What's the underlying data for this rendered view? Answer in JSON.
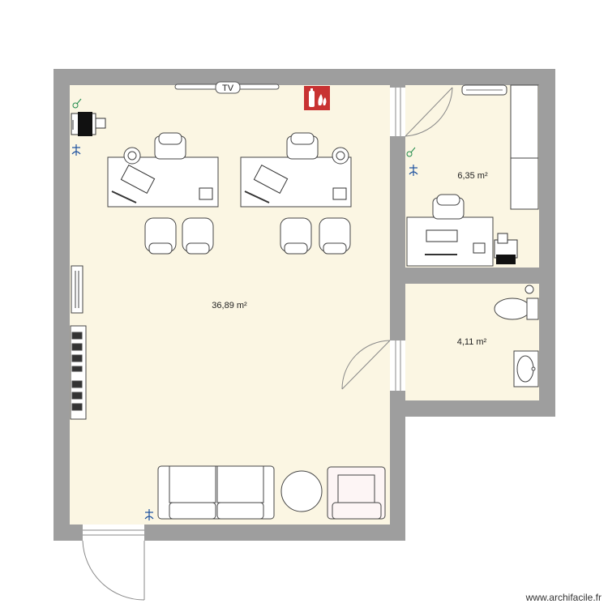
{
  "plan": {
    "rooms": [
      {
        "id": "main-office",
        "area": "36,89 m²"
      },
      {
        "id": "small-office",
        "area": "6,35 m²"
      },
      {
        "id": "bathroom",
        "area": "4,11 m²"
      }
    ],
    "tv_label": "TV"
  },
  "watermark": "www.archifacile.fr",
  "colors": {
    "wall": "#9e9e9e",
    "floor": "#fbf6e3",
    "fire": "#c83232"
  }
}
